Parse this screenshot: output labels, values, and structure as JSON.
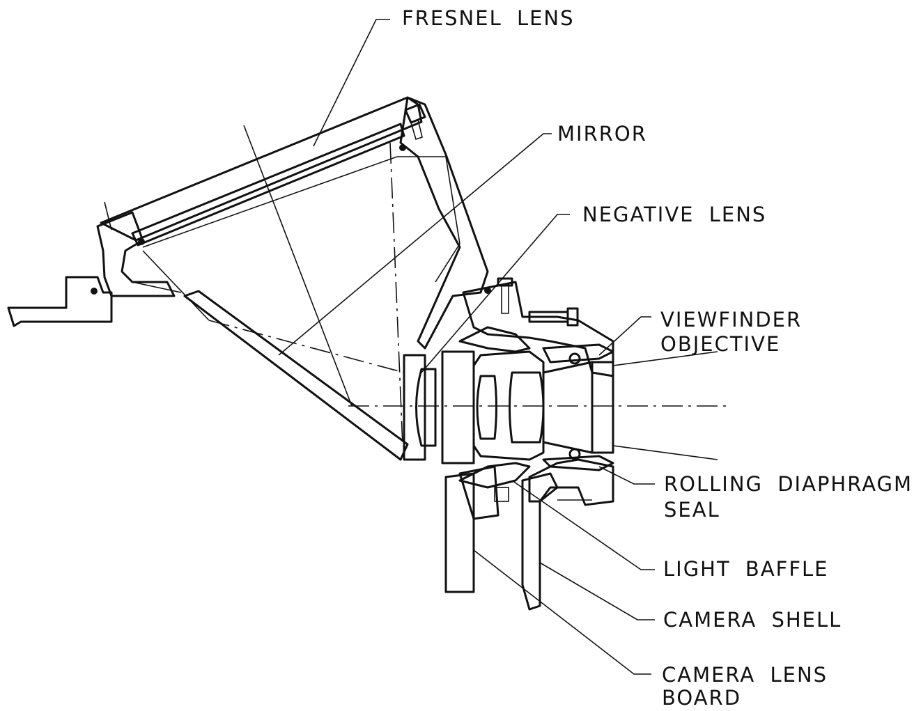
{
  "labels": {
    "fresnel_lens": "FRESNEL LENS",
    "mirror": "MIRROR",
    "negative_lens": "NEGATIVE LENS",
    "viewfinder_objective_line1": "VIEWFINDER",
    "viewfinder_objective_line2": "OBJECTIVE",
    "rolling_diaphragm_line1": "ROLLING DIAPHRAGM",
    "rolling_diaphragm_line2": "SEAL",
    "light_baffle": "LIGHT BAFFLE",
    "camera_shell": "CAMERA SHELL",
    "camera_lens_board_line1": "CAMERA LENS",
    "camera_lens_board_line2": "BOARD"
  },
  "colors": {
    "ink": "#111111",
    "background": "#ffffff"
  }
}
